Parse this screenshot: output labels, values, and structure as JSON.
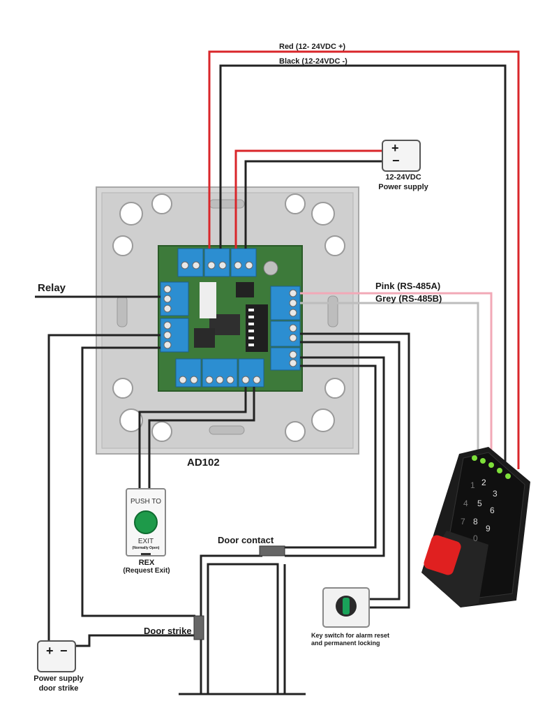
{
  "wires": {
    "red_label": "Red (12- 24VDC +)",
    "black_label": "Black (12-24VDC -)",
    "pink_label": "Pink (RS-485A)",
    "grey_label": "Grey (RS-485B)",
    "colors": {
      "red": "#d9262a",
      "black": "#222222",
      "pink": "#f2a9b7",
      "grey": "#bdbdbd"
    }
  },
  "relay_label": "Relay",
  "controller": {
    "name": "AD102",
    "board_color": "#3d7a3a",
    "terminal_color": "#2c8ed1",
    "housing_color": "#d6d6d6"
  },
  "power_supply": {
    "plus": "+",
    "minus": "−",
    "line1": "12-24VDC",
    "line2": "Power supply"
  },
  "rex": {
    "top_text": "PUSH TO",
    "bottom_text": "EXIT",
    "note": "(Normally Open)",
    "name": "REX",
    "sub": "(Request Exit)",
    "button_color": "#1e9a4a"
  },
  "door_contact_label": "Door contact",
  "door_strike_label": "Door strike",
  "door_strike_power": {
    "plus": "+",
    "minus": "−",
    "line1": "Power supply",
    "line2": "door strike"
  },
  "key_switch": {
    "line1": "Key switch for alarm reset",
    "line2": "and permanent locking"
  },
  "reader": {
    "keys": [
      "1",
      "2",
      "3",
      "4",
      "5",
      "6",
      "7",
      "8",
      "9",
      "0"
    ],
    "led_color": "#7ee03a",
    "finger_color": "#e02020"
  }
}
